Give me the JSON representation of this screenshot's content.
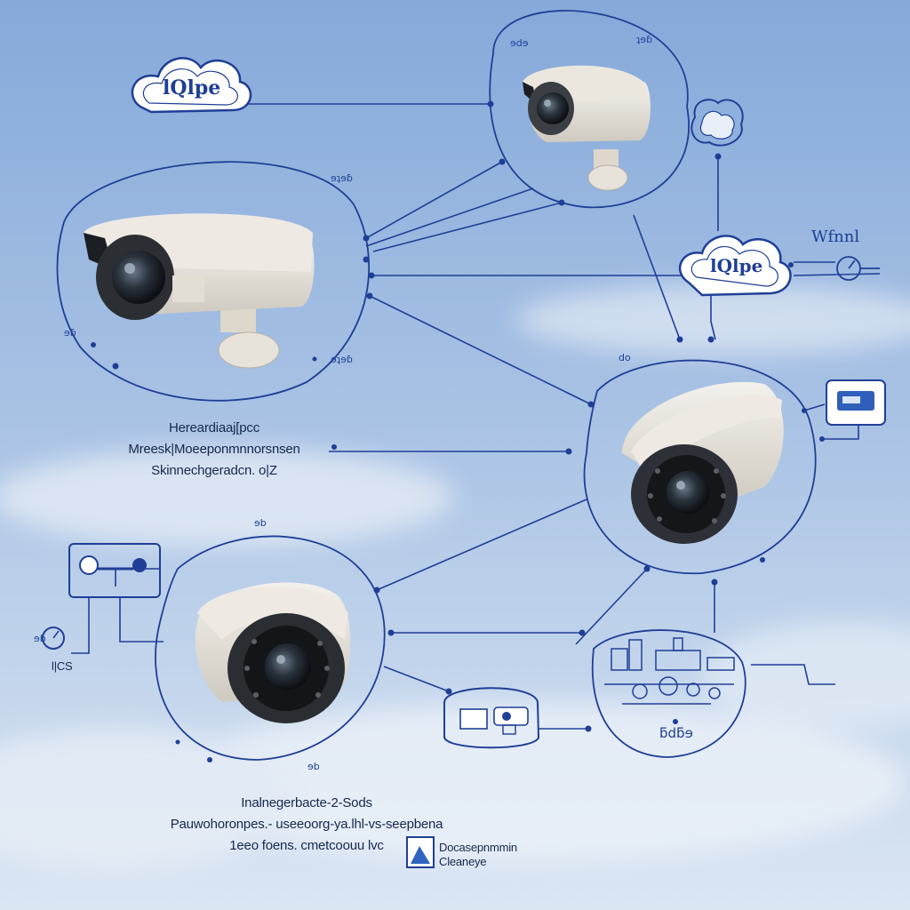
{
  "labels": {
    "top_left_block": [
      "Hereardiaaj[pcc",
      "Mreesk|Moeeponmnnorsnsen",
      "Skinnechgeradcn. o|Z"
    ],
    "bottom_block": [
      "Inalnegerbacte-2-Sods",
      "Pauwohoronpes.- useeoorg-ya.lhl-vs-seepbena",
      "1eeo  foens. cmetcoouu lvc"
    ],
    "bottom_icon_caption": [
      "Docasepnmmin",
      "Cleaneye"
    ],
    "wifi_text": "Wfnnl",
    "left_icon_label": "l|CS",
    "cloud_left_text": "lQlpe",
    "cloud_right_text": "lQlpe",
    "building_caption": "ƃdƃɘ",
    "cam_top_small": [
      "ɘdɘ",
      "ʇɘɓ"
    ],
    "cam_left_small": [
      "ɘʇɘɓ",
      "ɘɓ",
      "ɘʇɘɓ"
    ],
    "small_marks": [
      "do",
      "ɘb",
      "ɘb",
      "ɘɓ"
    ]
  },
  "colors": {
    "line": "#1f3f96",
    "sky_top": "#7fa6d8",
    "sky_bottom": "#dce7f4"
  },
  "icons": [
    "cloud-icon",
    "security-camera-icon",
    "network-node-icon",
    "router-icon",
    "connector-icon",
    "city-buildings-icon",
    "cctv-monitor-icon",
    "clock-icon",
    "document-icon"
  ]
}
